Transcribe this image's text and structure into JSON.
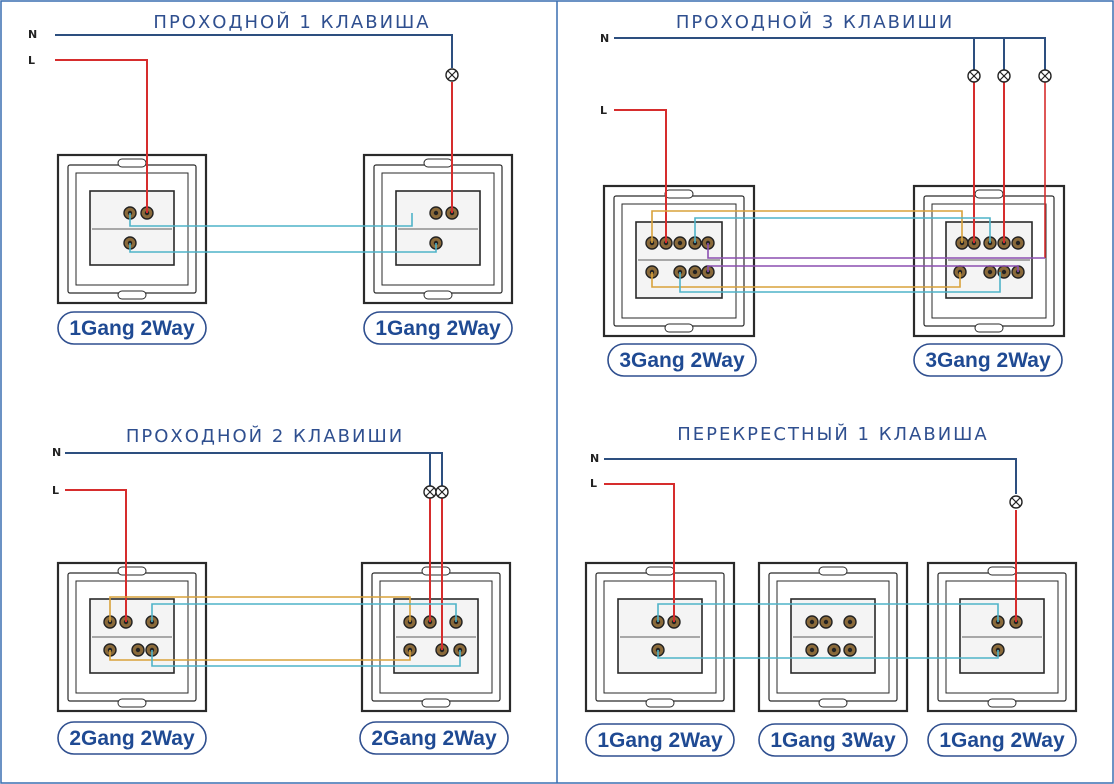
{
  "panels": [
    {
      "id": "p1",
      "title": "ПРОХОДНОЙ 1 КЛАВИША",
      "n_label": "N",
      "l_label": "L",
      "devices": [
        "1Gang 2Way",
        "1Gang 2Way"
      ]
    },
    {
      "id": "p2",
      "title": "ПРОХОДНОЙ 3 КЛАВИШИ",
      "n_label": "N",
      "l_label": "L",
      "devices": [
        "3Gang 2Way",
        "3Gang 2Way"
      ]
    },
    {
      "id": "p3",
      "title": "ПРОХОДНОЙ 2 КЛАВИШИ",
      "n_label": "N",
      "l_label": "L",
      "devices": [
        "2Gang 2Way",
        "2Gang 2Way"
      ]
    },
    {
      "id": "p4",
      "title": "ПЕРЕКРЕСТНЫЙ 1 КЛАВИША",
      "n_label": "N",
      "l_label": "L",
      "devices": [
        "1Gang 2Way",
        "1Gang 3Way",
        "1Gang 2Way"
      ]
    }
  ],
  "colors": {
    "neutral_wire": "#2d4f7f",
    "live_wire": "#d62d2d",
    "cyan_wire": "#4fb3c8",
    "orange_wire": "#d9a23a",
    "purple_wire": "#8b4fb0",
    "frame": "#2a2a2a",
    "pill_border": "#2f4f8f",
    "pill_text": "#1f4a93"
  }
}
